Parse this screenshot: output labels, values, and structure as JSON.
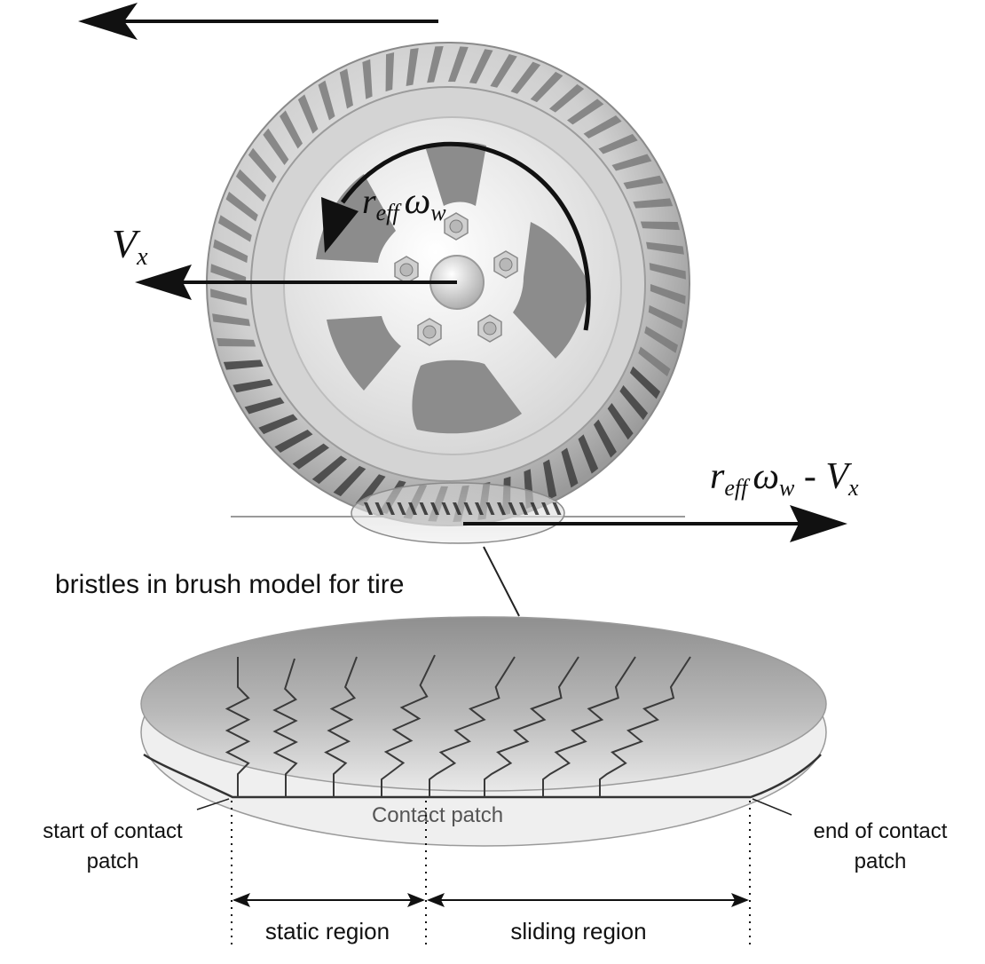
{
  "labels": {
    "vx": {
      "main": "V",
      "sub": "x"
    },
    "wheel_speed": {
      "r": "r",
      "r_sub": "eff",
      "omega": "ω",
      "omega_sub": "w"
    },
    "slip": {
      "r": "r",
      "r_sub": "eff",
      "omega": "ω",
      "omega_sub": "w",
      "minus": " - ",
      "v": "V",
      "v_sub": "x"
    },
    "caption": "bristles in brush model for tire",
    "contact_patch": "Contact patch",
    "start_line1": "start of contact",
    "start_line2": "patch",
    "end_line1": "end of contact",
    "end_line2": "patch",
    "static_region": "static region",
    "sliding_region": "sliding region"
  },
  "colors": {
    "ink": "#111111",
    "tire_light": "#e6e6e6",
    "tire_mid": "#b8b8b8",
    "tire_dark": "#6f6f6f",
    "rim_light": "#f4f4f4",
    "rim_spoke_gap": "#8c8c8c",
    "patch_top": "#9a9a9a",
    "patch_bottom": "#ececec",
    "bristle": "#3a3a3a"
  },
  "icons": {
    "wheel": "wheel-with-tire-icon",
    "lug_nut": "hex-nut-icon"
  }
}
